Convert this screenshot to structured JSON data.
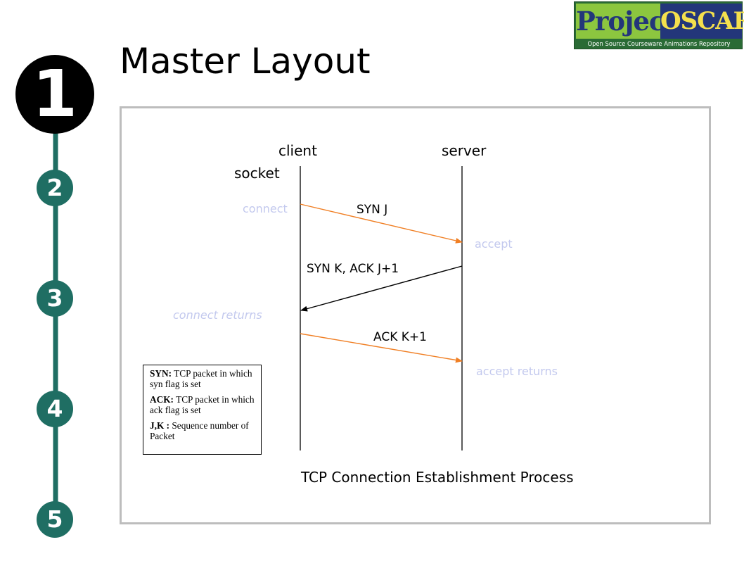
{
  "steps": [
    {
      "label": "1",
      "active": true
    },
    {
      "label": "2",
      "active": false
    },
    {
      "label": "3",
      "active": false
    },
    {
      "label": "4",
      "active": false
    },
    {
      "label": "5",
      "active": false
    }
  ],
  "logo": {
    "word1": "Project",
    "word2": "OSCAR",
    "subtitle": "Open Source Courseware Animations Repository"
  },
  "title": "Master Layout",
  "diagram": {
    "lifelines": {
      "client": "client",
      "server": "server"
    },
    "socket": "socket",
    "events": {
      "connect": "connect",
      "accept": "accept",
      "connect_returns": "connect returns",
      "accept_returns": "accept returns"
    },
    "messages": {
      "syn_j": "SYN J",
      "syn_k_ack": "SYN K, ACK J+1",
      "ack_k": "ACK K+1"
    },
    "caption": "TCP Connection Establishment Process",
    "legend": [
      {
        "term": "SYN:",
        "definition": " TCP packet in which syn flag is set"
      },
      {
        "term": "ACK:",
        "definition": " TCP packet in which ack flag is set"
      },
      {
        "term": "J,K :",
        "definition": " Sequence number of Packet"
      }
    ]
  },
  "colors": {
    "active_step": "#000000",
    "step": "#1f6e63",
    "rail": "#1f6e63",
    "outgoing_arrow": "#f07f24",
    "return_arrow": "#000000",
    "event_text": "#c3c9ee",
    "frame": "#bdbdbd"
  }
}
